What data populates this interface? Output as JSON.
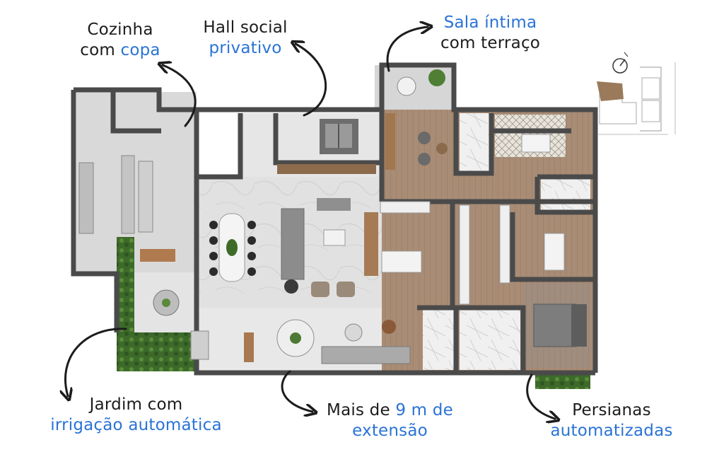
{
  "colors": {
    "accent": "#2a73d6",
    "text": "#1c1c1c",
    "wall": "#4a4a4a",
    "wood": "#a88b74",
    "stone": "#dcdcdc",
    "garden": "#3f6b2c"
  },
  "labels": {
    "cozinha": {
      "line1": "Cozinha",
      "line2a": "com ",
      "line2b": "copa"
    },
    "hall": {
      "line1": "Hall social",
      "line2": "privativo"
    },
    "sala": {
      "line1": "Sala íntima",
      "line2": "com terraço"
    },
    "jardim": {
      "line1": "Jardim com",
      "line2": "irrigação automática"
    },
    "mais": {
      "line1a": "Mais de ",
      "line1b": "9 m de",
      "line2": "extensão"
    },
    "persianas": {
      "line1": "Persianas",
      "line2": "automatizadas"
    }
  },
  "icons": {
    "compass": "compass-icon",
    "arrows": "curved-arrow-icon"
  }
}
